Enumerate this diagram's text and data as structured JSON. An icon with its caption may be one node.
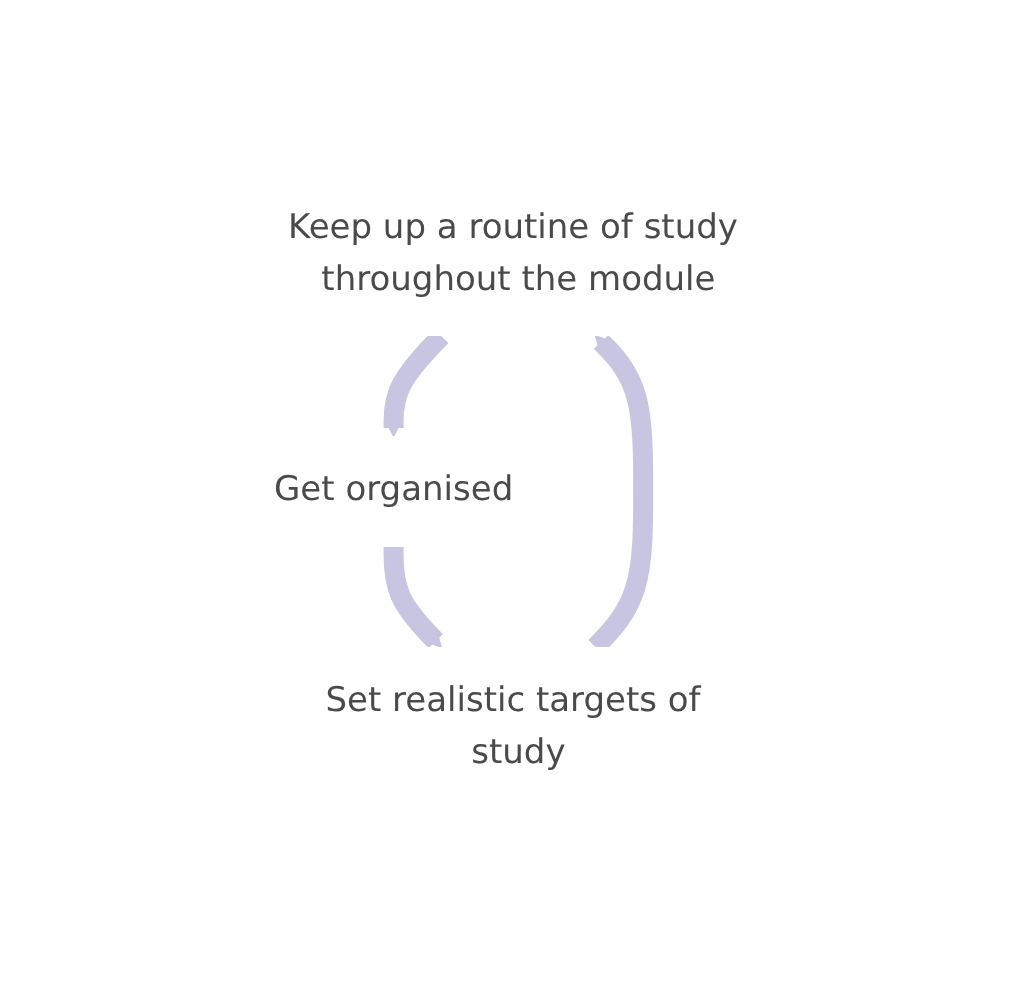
{
  "diagram": {
    "nodes": [
      {
        "text": [
          "Keep up a routine of study throughout the module"
        ]
      },
      {
        "text": [
          "Get organised"
        ]
      },
      {
        "text": [
          "Set realistic targets of study"
        ]
      }
    ],
    "edges": [
      {
        "from": 0,
        "to": 1,
        "arrow": "to"
      },
      {
        "from": 1,
        "to": 2,
        "arrow": "to"
      },
      {
        "from": 2,
        "to": 0,
        "arrow": "to"
      }
    ]
  }
}
